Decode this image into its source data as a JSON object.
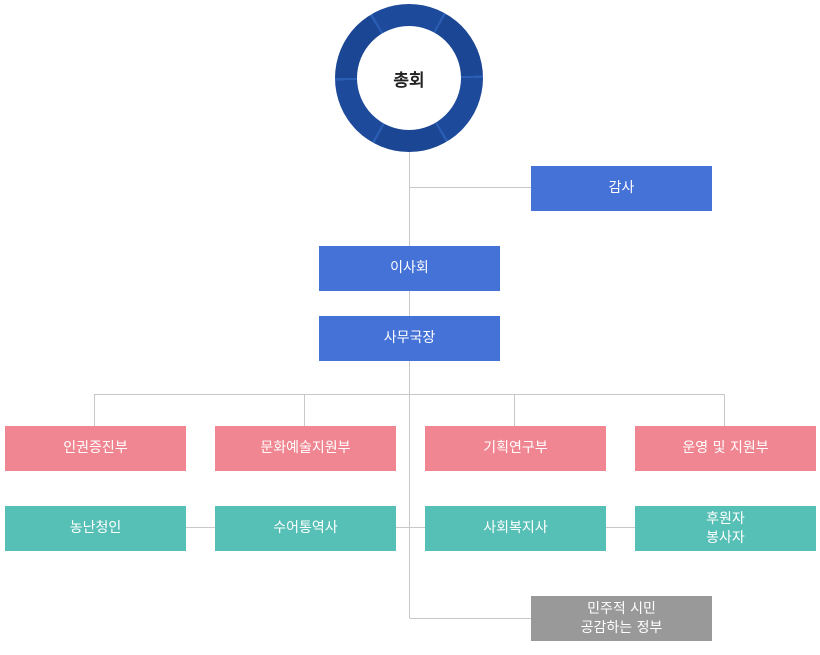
{
  "general_assembly": "총회",
  "audit": "감사",
  "board": "이사회",
  "secretary_general": "사무국장",
  "departments": [
    "인권증진부",
    "문화예술지원부",
    "기획연구부",
    "운영 및 지원부"
  ],
  "teams": [
    "농난청인",
    "수어통역사",
    "사회복지사",
    "후원자\n봉사자"
  ],
  "partner": "민주적 시민\n공감하는 정부",
  "colors": {
    "ring": "#1d4a9a",
    "blue": "#4472d6",
    "pink": "#f08691",
    "teal": "#56bfb6",
    "gray": "#999999",
    "line": "#c8c8c8"
  }
}
